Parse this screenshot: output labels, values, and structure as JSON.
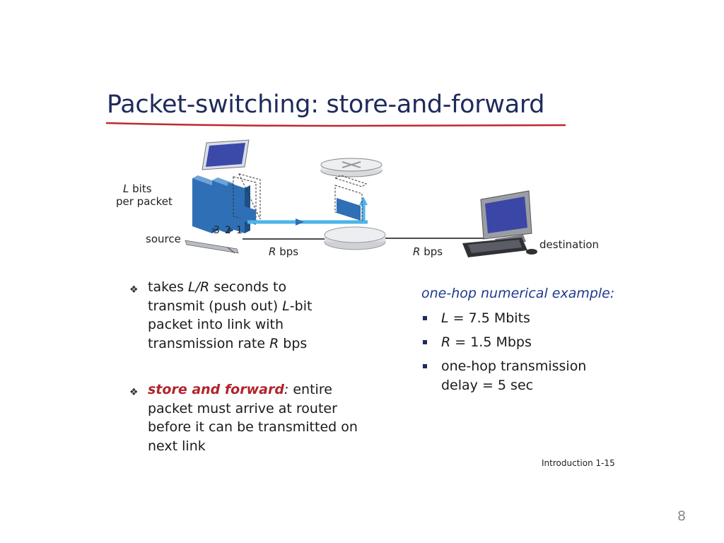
{
  "slide": {
    "title": "Packet-switching: store-and-forward",
    "page_number": "8",
    "footer_reference": "Introduction 1-15"
  },
  "diagram": {
    "l_bits_line1_var": "L",
    "l_bits_line1_rest": " bits",
    "l_bits_line2": "per packet",
    "packet_numbers": [
      "3",
      "2",
      "1"
    ],
    "source_label": "source",
    "destination_label": "destination",
    "link1_rate_var": "R",
    "link1_rate_unit": " bps",
    "link2_rate_var": "R",
    "link2_rate_unit": " bps"
  },
  "bullets": {
    "b1_p1": "takes ",
    "b1_p2": "L/R",
    "b1_p3": " seconds to transmit (push out) ",
    "b1_p4": "L",
    "b1_p5": "-bit packet into link with transmission rate ",
    "b1_p6": "R",
    "b1_p7": " bps",
    "b2_emph": "store and forward",
    "b2_colon": ":",
    "b2_rest": " entire packet must  arrive at router before it can be transmitted on next link"
  },
  "example": {
    "heading": "one-hop numerical example:",
    "item1_var": "L",
    "item1_rest": " = 7.5 Mbits",
    "item2_var": "R",
    "item2_rest": " = 1.5 Mbps",
    "item3_line1": "one-hop transmission",
    "item3_line2": "delay = 5 sec"
  },
  "colors": {
    "title": "#1f2a5c",
    "title_underline": "#c0282d",
    "packet_blue": "#2f6fb5",
    "link_arrow": "#4fb3e8",
    "emphasis_red": "#b0252b",
    "example_heading": "#1f3a8c"
  }
}
